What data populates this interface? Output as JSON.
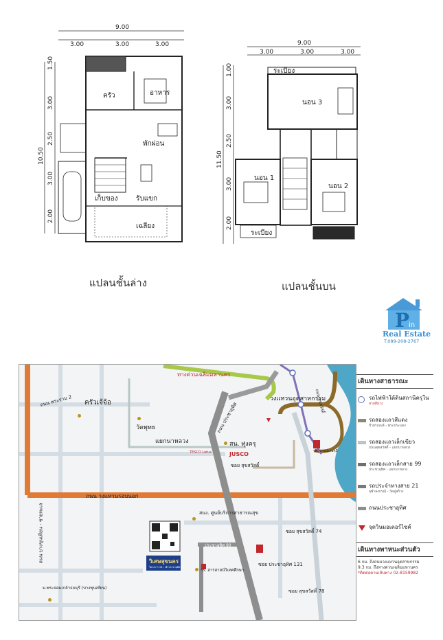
{
  "floor_plans": {
    "ground": {
      "caption": "แปลนชั้นล่าง",
      "dim_total": "9.00",
      "dims_top": [
        "3.00",
        "3.00",
        "3.00"
      ],
      "dims_left": [
        "10.50",
        "1.50",
        "3.00",
        "2.50",
        "3.00",
        "2.00"
      ],
      "rooms": {
        "kitchen": "ครัว",
        "dining": "อาหาร",
        "living": "พักผ่อน",
        "reception": "รับแขก",
        "terrace": "เฉลียง",
        "storage": "เก็บของ"
      }
    },
    "upper": {
      "caption": "แปลนชั้นบน",
      "dim_total": "9.00",
      "dims_top": [
        "3.00",
        "3.00",
        "3.00"
      ],
      "dims_left": [
        "11.50",
        "1.00",
        "3.00",
        "2.50",
        "3.00",
        "2.00"
      ],
      "rooms": {
        "balcony_top": "ระเบียง",
        "bed3": "นอน 3",
        "bed1": "นอน 1",
        "bed2": "นอน 2",
        "balcony_bottom": "ระเบียง"
      }
    }
  },
  "logo": {
    "letters": "Pin",
    "name": "Real Estate",
    "phone": "T.089-208-2767"
  },
  "map": {
    "labels": {
      "road_rama2": "ถนน พระราม 2",
      "krua_jae_jo": "ครัวเจ้จ้อ",
      "expressway": "ทางด่วนเฉลิมมหานคร",
      "wat_phuttha": "วัดพุทธ",
      "ring_interchange": "วงแหวนอุตสาหกรรม",
      "road_pracha_uthit": "ถนน ประชาอุทิศ",
      "yaek_na_luang": "แยกนาหลวง",
      "police_thung_khru": "สน. ทุ่งครุ",
      "tesco": "TESCO Lotus",
      "jusco": "JUSCO",
      "soi_suksawat": "ซอย สุขสวัสดิ์",
      "road_suksawat_v": "ถนน สุขสวัสดิ์",
      "bang_pakok": "รพ. บางปะกอก3",
      "road_outer_ring": "ถนน วงแหวนรอบนอก",
      "road_bang_khun_thian": "ถนน บางขุนเทียน - ชายทะเล",
      "health_center": "สนง. ศูนย์บริการสาธารณสุข",
      "pracha_uthit_90": "ประชาอุทิศ 90",
      "school": "รร. สารสาสน์วิเทศศึกษา",
      "soi_suksawat_74": "ซอย สุขสวัสดิ์ 74",
      "soi_pracha_uthit_131": "ซอย ประชาอุทิศ 131",
      "soi_suksawat_78": "ซอย สุขสวัสดิ์ 78",
      "hospital": "ม.พระจอมเกล้าธนบุรี (บางขุนเทียน)",
      "village_name": "วิเศษสุขนคร",
      "village_sub": "โครงการ 16 - เข้าประชาอุทิศ 90"
    }
  },
  "legend": {
    "title_public": "เดินทางสาธารณะ",
    "items": [
      {
        "label": "รถไฟฟ้าใต้ดินสถานีครุใน",
        "sub": "สายสีม่วง",
        "color": "#5b6fb5",
        "kind": "metro"
      },
      {
        "label": "รถสองแถวสีแดง",
        "sub": "ป้ายรถเมล์ - พระประแดง",
        "color": "#8c8a70",
        "kind": "line"
      },
      {
        "label": "รถสองแถวเล็กเขียว",
        "sub": "ถนนสุขสวัสดิ์ - แยกนาหลวง",
        "color": "#b9c7c4",
        "kind": "line"
      },
      {
        "label": "รถสองแถวเล็กสาย 99",
        "sub": "ประชาอุทิศ - แยกนาหลวง",
        "color": "#6f6f6f",
        "kind": "line"
      },
      {
        "label": "รถประจำทางสาย 21",
        "sub": "จุฬาลงกรณ์ - วัดคู่สร้าง",
        "color": "#7a7a7a",
        "kind": "line"
      },
      {
        "label": "ถนนประชาอุทิศ",
        "sub": "",
        "color": "#8e8e8e",
        "kind": "line"
      },
      {
        "label": "จุดวินมอเตอร์ไซค์",
        "sub": "",
        "color": "#c0282d",
        "kind": "triangle"
      }
    ],
    "title_private": "เดินทางพาหนะส่วนตัว",
    "notes": [
      "6 กม. ถึงถนนวงแหวนอุตสาหกรรม",
      "9.3 กม. ถึงทางด่วนเฉลิมมหานคร"
    ],
    "contact": "*ติดต่อตามเส้นทาง 02-8159982"
  }
}
